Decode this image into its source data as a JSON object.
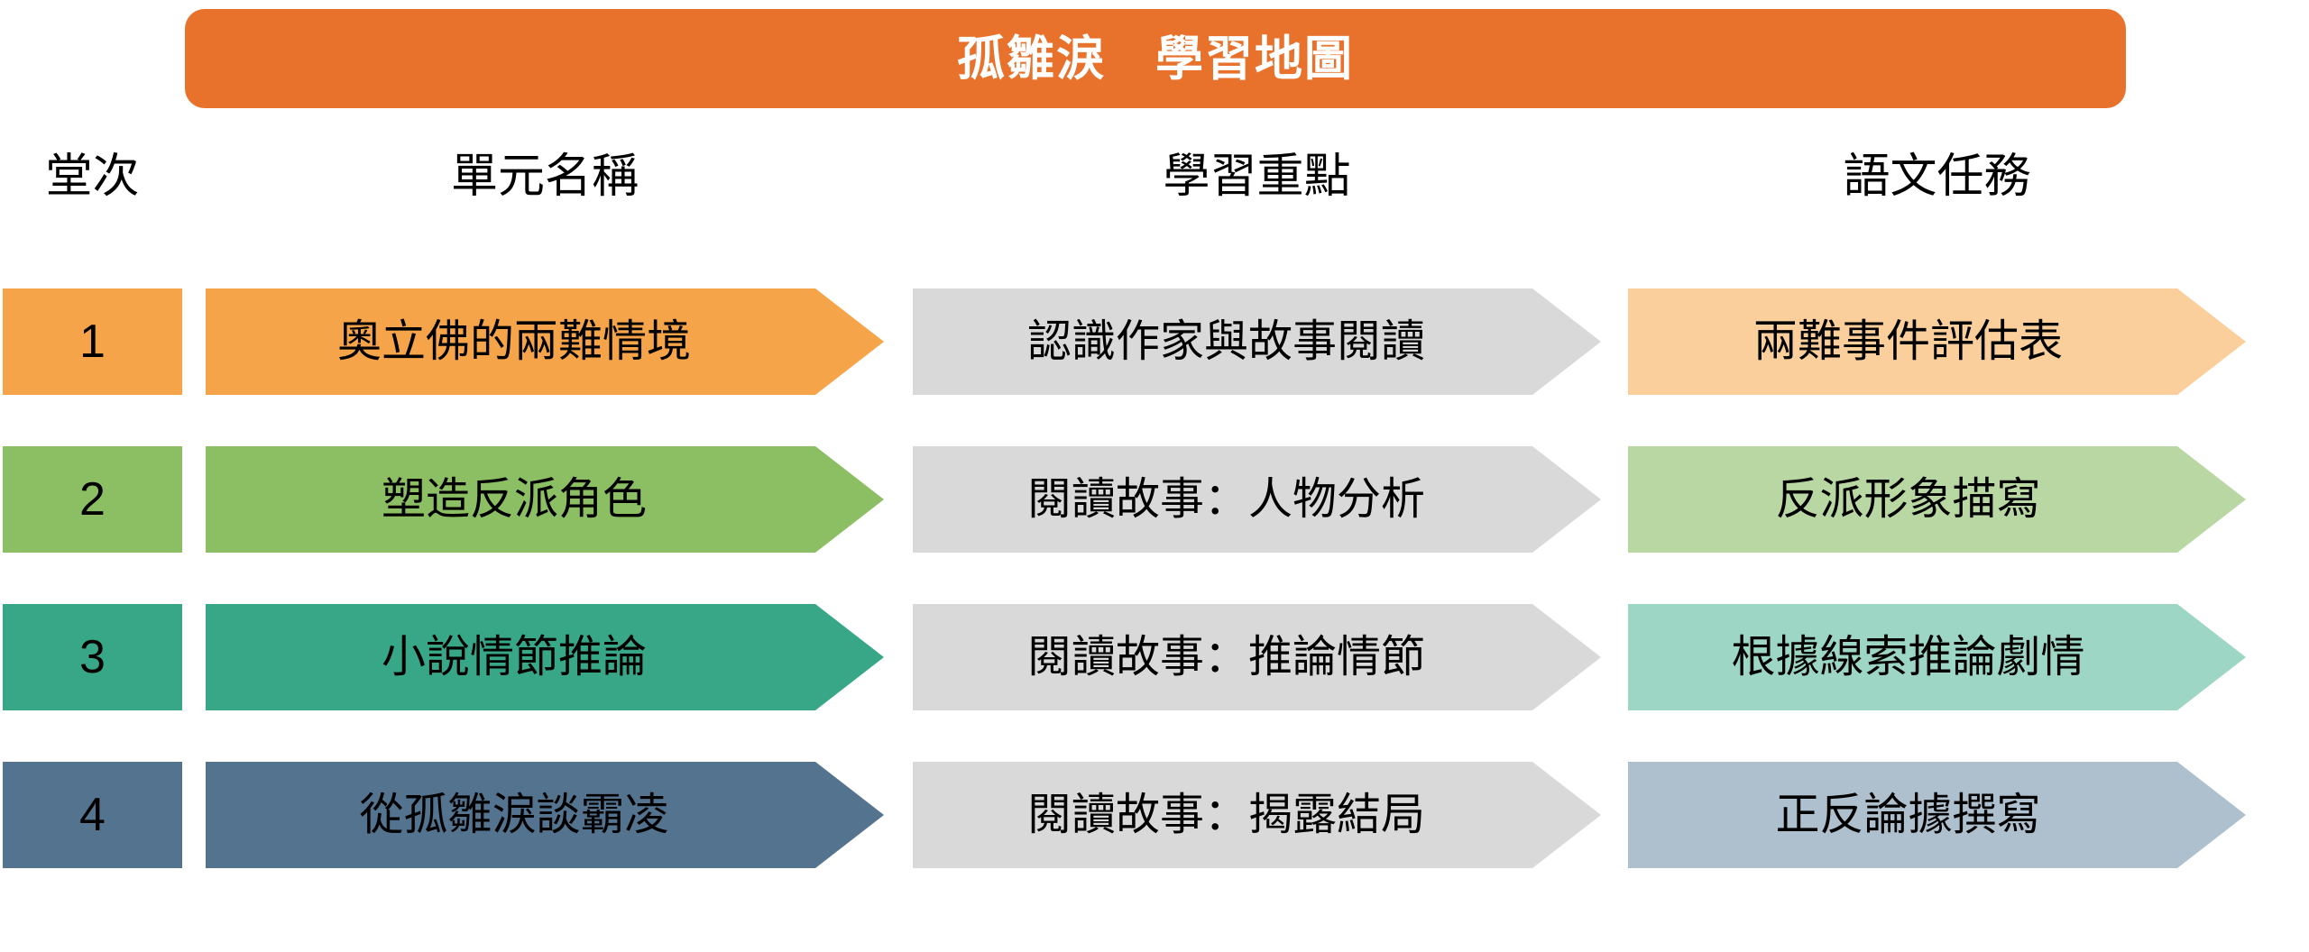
{
  "title": {
    "text": "孤雛淚　學習地圖",
    "bar_color": "#E8722C",
    "text_color": "#FFFFFF"
  },
  "headers": [
    {
      "label": "堂次"
    },
    {
      "label": "單元名稱"
    },
    {
      "label": "學習重點"
    },
    {
      "label": "語文任務"
    }
  ],
  "focus_column_color": "#D9D9D9",
  "rows": [
    {
      "number": "1",
      "unit": "奧立佛的兩難情境",
      "focus": "認識作家與故事閱讀",
      "task": "兩難事件評估表",
      "color": "#F6A44A",
      "task_color": "#FACF9B"
    },
    {
      "number": "2",
      "unit": "塑造反派角色",
      "focus": "閱讀故事：人物分析",
      "task": "反派形象描寫",
      "color": "#8CBF63",
      "task_color": "#B9D7A3"
    },
    {
      "number": "3",
      "unit": "小說情節推論",
      "focus": "閱讀故事：推論情節",
      "task": "根據線索推論劇情",
      "color": "#38A788",
      "task_color": "#9DD6C4"
    },
    {
      "number": "4",
      "unit": "從孤雛淚談霸凌",
      "focus": "閱讀故事：揭露結局",
      "task": "正反論據撰寫",
      "color": "#54738F",
      "task_color": "#AEBFCE"
    }
  ]
}
